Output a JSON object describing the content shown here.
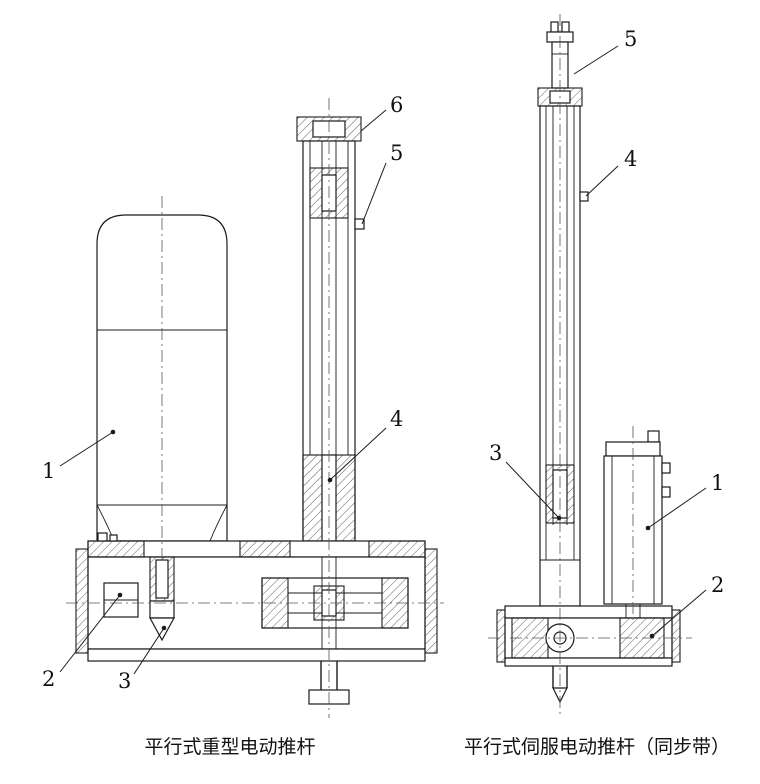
{
  "figure": {
    "left": {
      "caption": "平行式重型电动推杆",
      "callouts": {
        "c1": "1",
        "c2": "2",
        "c3": "3",
        "c4": "4",
        "c5": "5",
        "c6": "6"
      }
    },
    "right": {
      "caption": "平行式伺服电动推杆（同步带）",
      "callouts": {
        "c1": "1",
        "c2": "2",
        "c3": "3",
        "c4": "4",
        "c5": "5"
      }
    },
    "colors": {
      "line": "#1b1b1b",
      "background": "#ffffff"
    }
  }
}
